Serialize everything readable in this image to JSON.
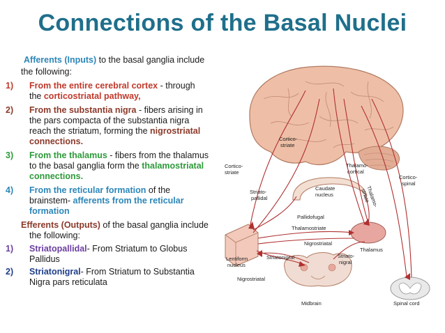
{
  "title": "Connections of the Basal Nuclei",
  "afferents": {
    "intro_head": "Afferents (Inputs)",
    "intro_rest": " to the basal ganglia include",
    "intro_line2": "the following:",
    "items": [
      {
        "num": "1)",
        "head": "From the entire cerebral cortex",
        "rest": " - through",
        "line2a": "the ",
        "line2b": "corticostriatal pathway,"
      },
      {
        "num": "2)",
        "head": "From the substantia nigra",
        "rest": " - fibers arising in",
        "line2": "the pars compacta of the substantia nigra",
        "line3a": "reach the striatum, forming the ",
        "line3b": "nigrostriatal",
        "line4": "connections."
      },
      {
        "num": "3)",
        "head": "From the thalamus",
        "rest": " - fibers from the thalamus",
        "line2a": "to the basal ganglia form the ",
        "line2b": "thalamostriatal",
        "line3": "connections."
      },
      {
        "num": "4)",
        "head": "From the reticular formation",
        "rest": " of the",
        "line2a": "brainstem-  ",
        "line2b": "afferents from the reticular",
        "line3": "formation"
      }
    ]
  },
  "efferents": {
    "intro_head": "Efferents (Outputs)",
    "intro_rest": " of the basal ganglia include",
    "intro_line2": "the following:",
    "items": [
      {
        "num": "1)",
        "head": "Striatopallidal",
        "rest": "- From Striatum to Globus",
        "line2": "Pallidus"
      },
      {
        "num": "2)",
        "head": "Striatonigral",
        "rest": "- From Striatum to Substantia",
        "line2": "Nigra pars reticulata"
      }
    ]
  },
  "diagram_labels": {
    "cortico_striate_top_1": "Cortico-",
    "cortico_striate_top_2": "striate",
    "cortico_striate_left_1": "Cortico-",
    "cortico_striate_left_2": "striate",
    "thalamo_cortical_1": "Thalamo-",
    "thalamo_cortical_2": "cortical",
    "cortico_spinal_1": "Cortico-",
    "cortico_spinal_2": "spinal",
    "striato_pallidal_1": "Striato-",
    "striato_pallidal_2": "pallidal",
    "caudate_1": "Caudate",
    "caudate_2": "nucleus",
    "thalamo_striate_1": "Thalamo-",
    "thalamo_striate_2": "striate",
    "pallidofugal": "Pallidofugal",
    "thalamostriate": "Thalamostriate",
    "nigrostriatal_mid": "Nigrostriatal",
    "thalamus": "Thalamus",
    "lentiform_1": "Lentiform",
    "lentiform_2": "nucleus",
    "striatonigral": "Striatonigral",
    "striato_nigral_1": "Striato-",
    "striato_nigral_2": "nigral",
    "nigrostriatal_low": "Nigrostriatal",
    "midbrain": "Midbrain",
    "spinal_cord": "Spinal cord"
  },
  "colors": {
    "title": "#1f6f8b",
    "red": "#c0392b",
    "brown": "#8b3a2a",
    "green": "#2e9a3a",
    "blue": "#2d86b8",
    "purple": "#6b3fa0",
    "navy": "#1f3e8a",
    "fiber": "#b03030",
    "brain": "#e8b9a0"
  }
}
